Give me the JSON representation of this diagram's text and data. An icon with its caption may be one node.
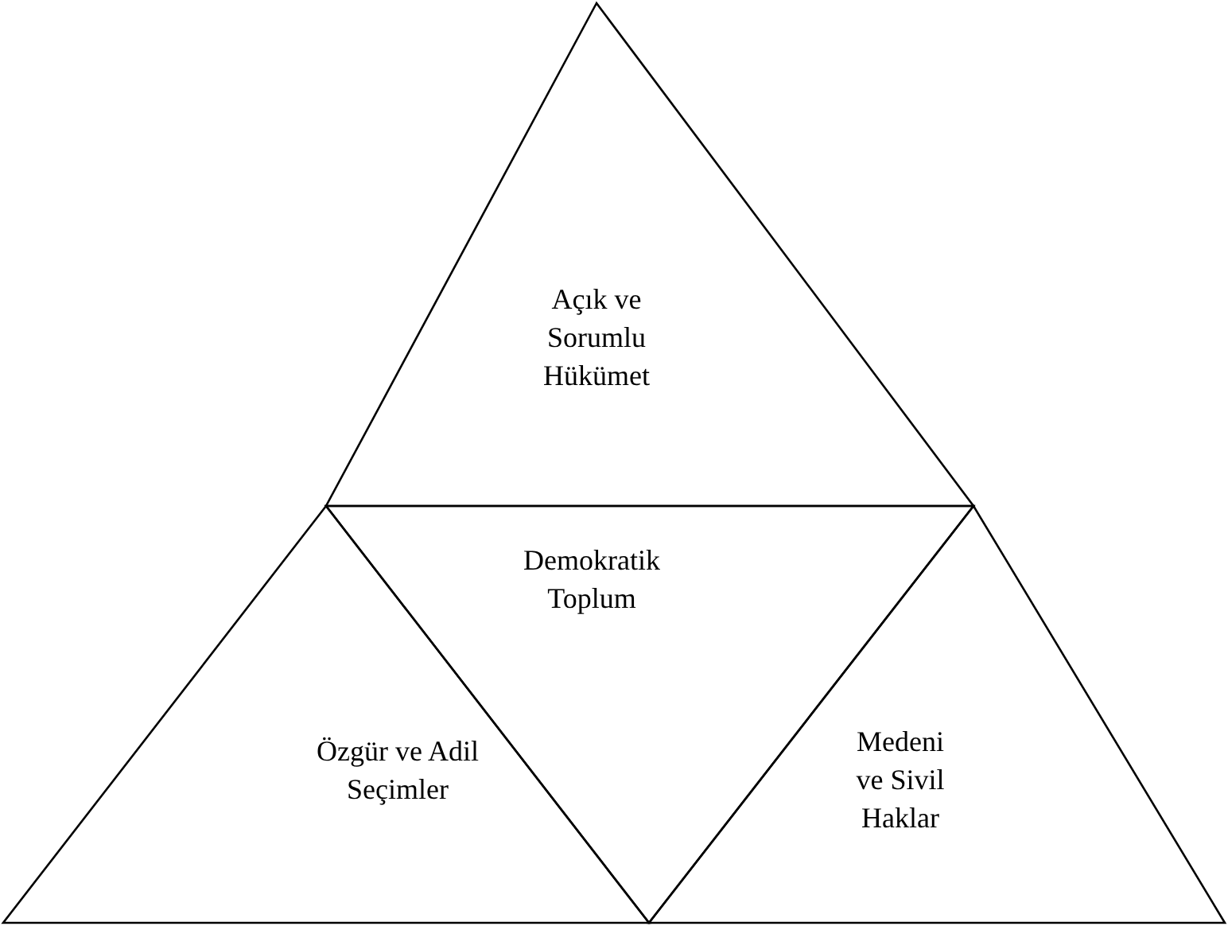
{
  "diagram": {
    "nodes": [
      {
        "text": [
          "Açık ve Sorumlu Hükümet"
        ]
      },
      {
        "text": [
          "Demokratik Toplum"
        ]
      },
      {
        "text": [
          "Özgür ve Adil Seçimler"
        ]
      },
      {
        "text": [
          "Medeni ve Sivil Haklar"
        ]
      }
    ]
  }
}
